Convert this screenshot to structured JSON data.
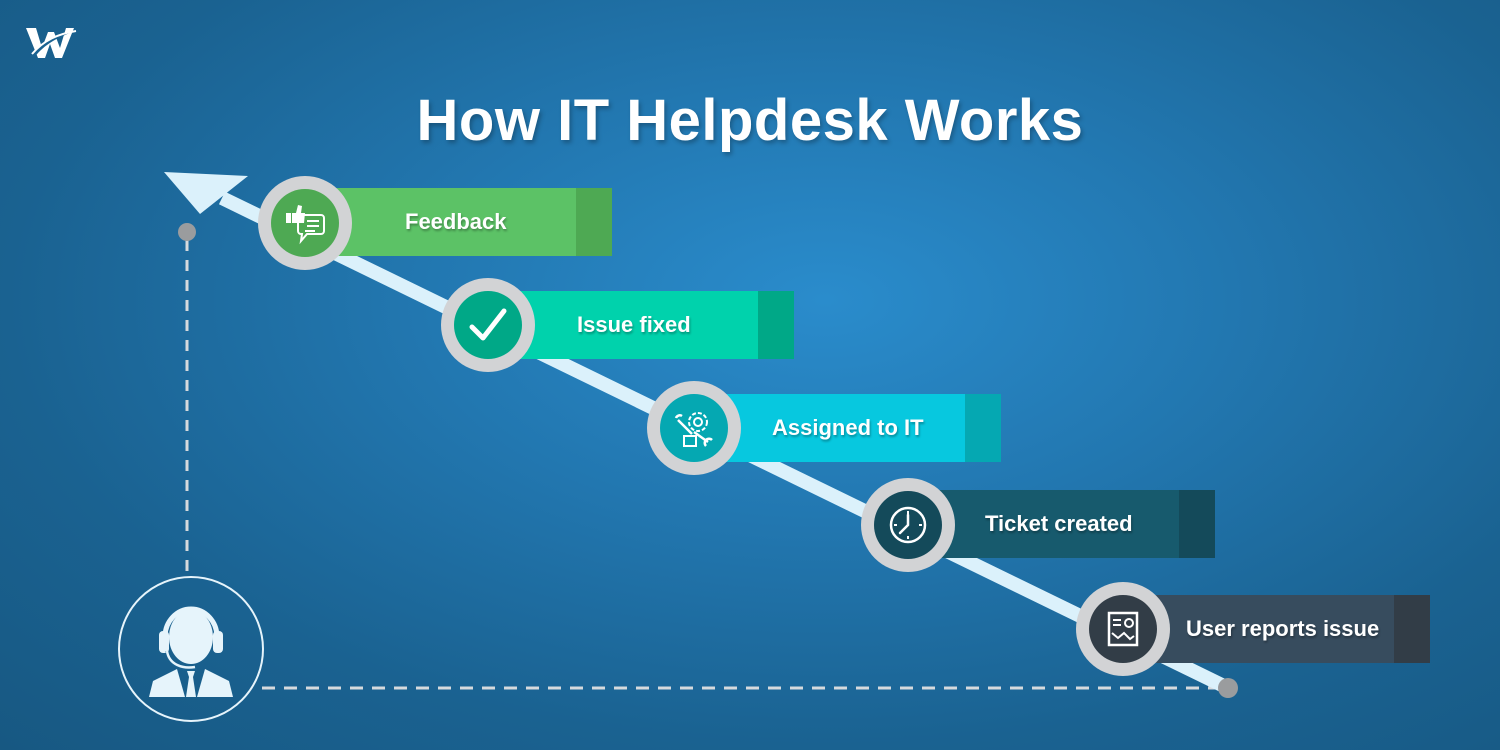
{
  "header": {
    "logo_icon": "w-brand-logo-icon",
    "title": "How IT Helpdesk Works"
  },
  "diagram": {
    "start_icon": "support-agent-headset-icon",
    "arrow_direction": "up-left",
    "steps": [
      {
        "order": 1,
        "label": "User reports issue",
        "icon": "report-document-icon",
        "color": "#374c5e",
        "tab_color": "#323d47"
      },
      {
        "order": 2,
        "label": "Ticket created",
        "icon": "clock-icon",
        "color": "#175a6d",
        "tab_color": "#144a5a"
      },
      {
        "order": 3,
        "label": "Assigned to IT",
        "icon": "gear-wrench-hand-icon",
        "color": "#07c8df",
        "tab_color": "#05a8b2"
      },
      {
        "order": 4,
        "label": "Issue fixed",
        "icon": "checkmark-icon",
        "color": "#00d2ac",
        "tab_color": "#00a887"
      },
      {
        "order": 5,
        "label": "Feedback",
        "icon": "thumbs-up-chat-icon",
        "color": "#5cc266",
        "tab_color": "#4ea953"
      }
    ]
  },
  "colors": {
    "background": "#1f70a6",
    "arrow": "#dbf1fb",
    "ring": "#d2d3d5",
    "dashed_line": "#d6dadd"
  }
}
